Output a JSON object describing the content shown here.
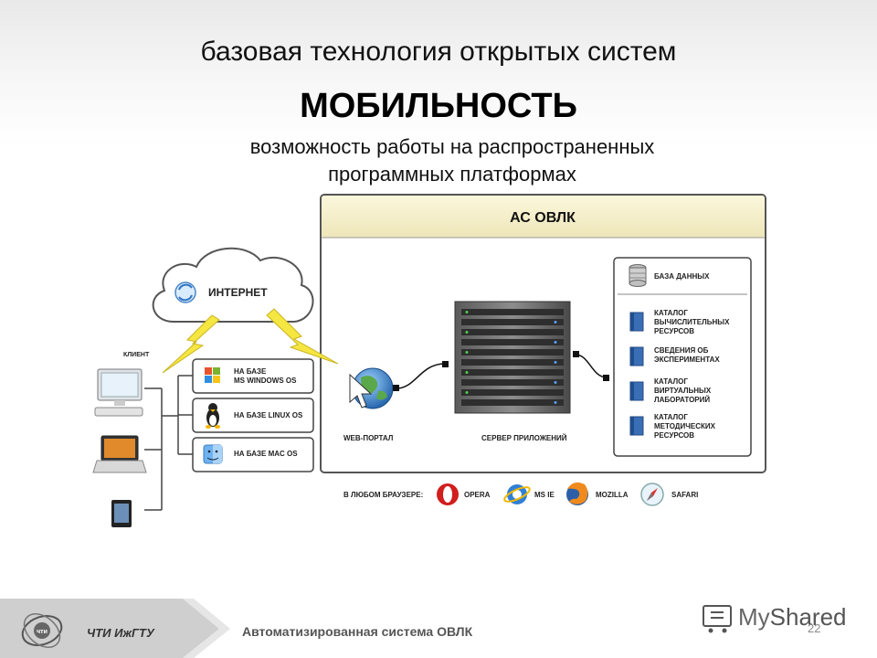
{
  "slide": {
    "heading": "базовая технология открытых систем",
    "subheading": "МОБИЛЬНОСТЬ",
    "description_line1": "возможность работы на распространенных",
    "description_line2": "программных платформах"
  },
  "diagram": {
    "internet_label": "ИНТЕРНЕТ",
    "client_label": "КЛИЕНТ",
    "os_items": [
      {
        "line1": "НА БАЗЕ",
        "line2": "MS WINDOWS OS",
        "icon": "windows-icon"
      },
      {
        "line1": "НА БАЗЕ LINUX OS",
        "line2": "",
        "icon": "linux-penguin-icon"
      },
      {
        "line1": "НА БАЗЕ MAC OS",
        "line2": "",
        "icon": "mac-finder-icon"
      }
    ],
    "system_title": "АС ОВЛК",
    "web_portal_label": "WEB-ПОРТАЛ",
    "app_server_label": "СЕРВЕР ПРИЛОЖЕНИЙ",
    "database_label": "БАЗА ДАННЫХ",
    "catalog_items": [
      {
        "lines": [
          "КАТАЛОГ",
          "ВЫЧИСЛИТЕЛЬНЫХ",
          "РЕСУРСОВ"
        ]
      },
      {
        "lines": [
          "СВЕДЕНИЯ ОБ",
          "ЭКСПЕРИМЕНТАХ"
        ]
      },
      {
        "lines": [
          "КАТАЛОГ",
          "ВИРТУАЛЬНЫХ",
          "ЛАБОРАТОРИЙ"
        ]
      },
      {
        "lines": [
          "КАТАЛОГ",
          "МЕТОДИЧЕСКИХ",
          "РЕСУРСОВ"
        ]
      }
    ],
    "browser_prefix": "В ЛЮБОМ БРАУЗЕРЕ:",
    "browsers": [
      {
        "name": "OPERA",
        "icon": "opera-icon"
      },
      {
        "name": "MS IE",
        "icon": "internet-explorer-icon"
      },
      {
        "name": "MOZILLA",
        "icon": "firefox-icon"
      },
      {
        "name": "SAFARI",
        "icon": "safari-icon"
      }
    ]
  },
  "footer": {
    "logo_text": "чти",
    "org": "ЧТИ ИжГТУ",
    "system_name": "Автоматизированная система ОВЛК",
    "page_number": "22",
    "watermark_my": "My",
    "watermark_shared": "Shared"
  },
  "colors": {
    "system_header_bg": "#f5f0cf",
    "lightning": "#f5e642",
    "folder_blue": "#3a6fb5",
    "footer_bg": "#c8c8c8"
  }
}
